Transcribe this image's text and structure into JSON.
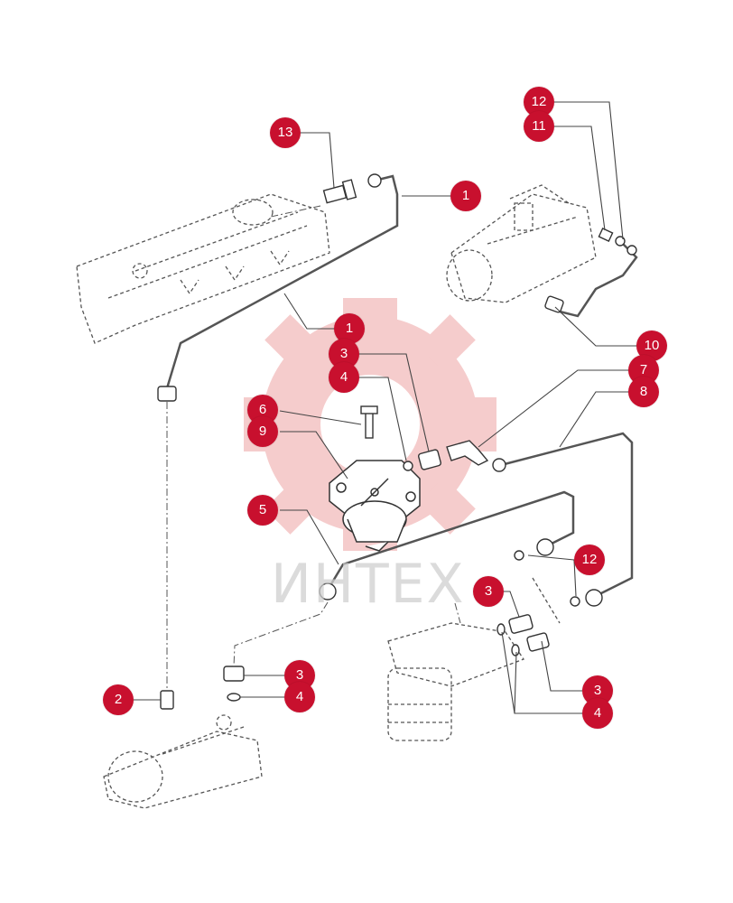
{
  "watermark": {
    "text": "ИНТЕХ",
    "color": "#f2b3b3"
  },
  "colors": {
    "callout": "#c8102e",
    "line": "#444444"
  },
  "callouts": {
    "c13": "13",
    "c1a": "1",
    "c1b": "1",
    "c12a": "12",
    "c11": "11",
    "c10": "10",
    "c3a": "3",
    "c4a": "4",
    "c6": "6",
    "c9": "9",
    "c7": "7",
    "c8": "8",
    "c5": "5",
    "c12b": "12",
    "c3b": "3",
    "c3c": "3",
    "c4b": "4",
    "c2": "2",
    "c3d": "3",
    "c4c": "4"
  }
}
